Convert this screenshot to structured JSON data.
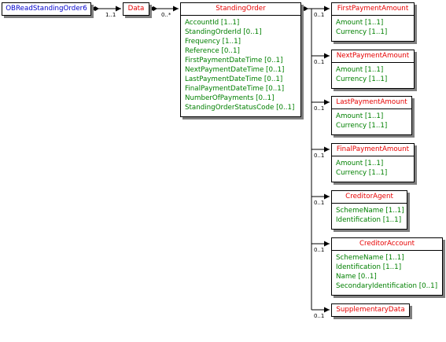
{
  "root": {
    "name": "OBReadStandingOrder6"
  },
  "data": {
    "name": "Data",
    "multiplicity": "1..1"
  },
  "standing_order": {
    "name": "StandingOrder",
    "multiplicity": "0..*",
    "fields": [
      "AccountId [1..1]",
      "StandingOrderId [0..1]",
      "Frequency [1..1]",
      "Reference [0..1]",
      "FirstPaymentDateTime [0..1]",
      "NextPaymentDateTime [0..1]",
      "LastPaymentDateTime [0..1]",
      "FinalPaymentDateTime [0..1]",
      "NumberOfPayments [0..1]",
      "StandingOrderStatusCode [0..1]"
    ]
  },
  "children": [
    {
      "name": "FirstPaymentAmount",
      "multiplicity": "0..1",
      "fields": [
        "Amount [1..1]",
        "Currency [1..1]"
      ]
    },
    {
      "name": "NextPaymentAmount",
      "multiplicity": "0..1",
      "fields": [
        "Amount [1..1]",
        "Currency [1..1]"
      ]
    },
    {
      "name": "LastPaymentAmount",
      "multiplicity": "0..1",
      "fields": [
        "Amount [1..1]",
        "Currency [1..1]"
      ]
    },
    {
      "name": "FinalPaymentAmount",
      "multiplicity": "0..1",
      "fields": [
        "Amount [1..1]",
        "Currency [1..1]"
      ]
    },
    {
      "name": "CreditorAgent",
      "multiplicity": "0..1",
      "fields": [
        "SchemeName [1..1]",
        "Identification [1..1]"
      ]
    },
    {
      "name": "CreditorAccount",
      "multiplicity": "0..1",
      "fields": [
        "SchemeName [1..1]",
        "Identification [1..1]",
        "Name [0..1]",
        "SecondaryIdentification [0..1]"
      ]
    },
    {
      "name": "SupplementaryData",
      "multiplicity": "0..1",
      "fields": []
    }
  ],
  "colors": {
    "root_name": "#0000cc",
    "class_name": "#e60000",
    "attribute": "#008000",
    "line": "#000000",
    "shadow": "#7f7f7f"
  }
}
